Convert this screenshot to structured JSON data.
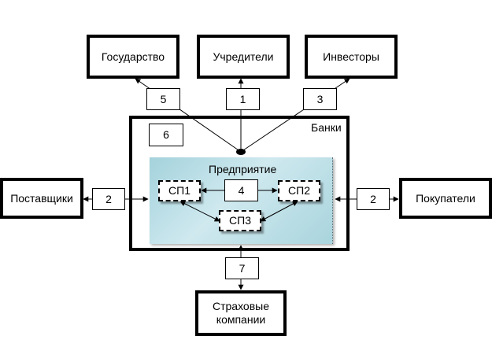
{
  "diagram": {
    "nodes": {
      "state": "Государство",
      "founders": "Учредители",
      "investors": "Инвесторы",
      "suppliers": "Поставщики",
      "buyers": "Покупатели",
      "insurance_line1": "Страховые",
      "insurance_line2": "компании",
      "banks": "Банки",
      "enterprise": "Предприятие",
      "sp1": "СП1",
      "sp2": "СП2",
      "sp3": "СП3"
    },
    "labels": {
      "l1": "1",
      "l2_left": "2",
      "l2_right": "2",
      "l3": "3",
      "l4": "4",
      "l5": "5",
      "l6": "6",
      "l7": "7"
    }
  }
}
